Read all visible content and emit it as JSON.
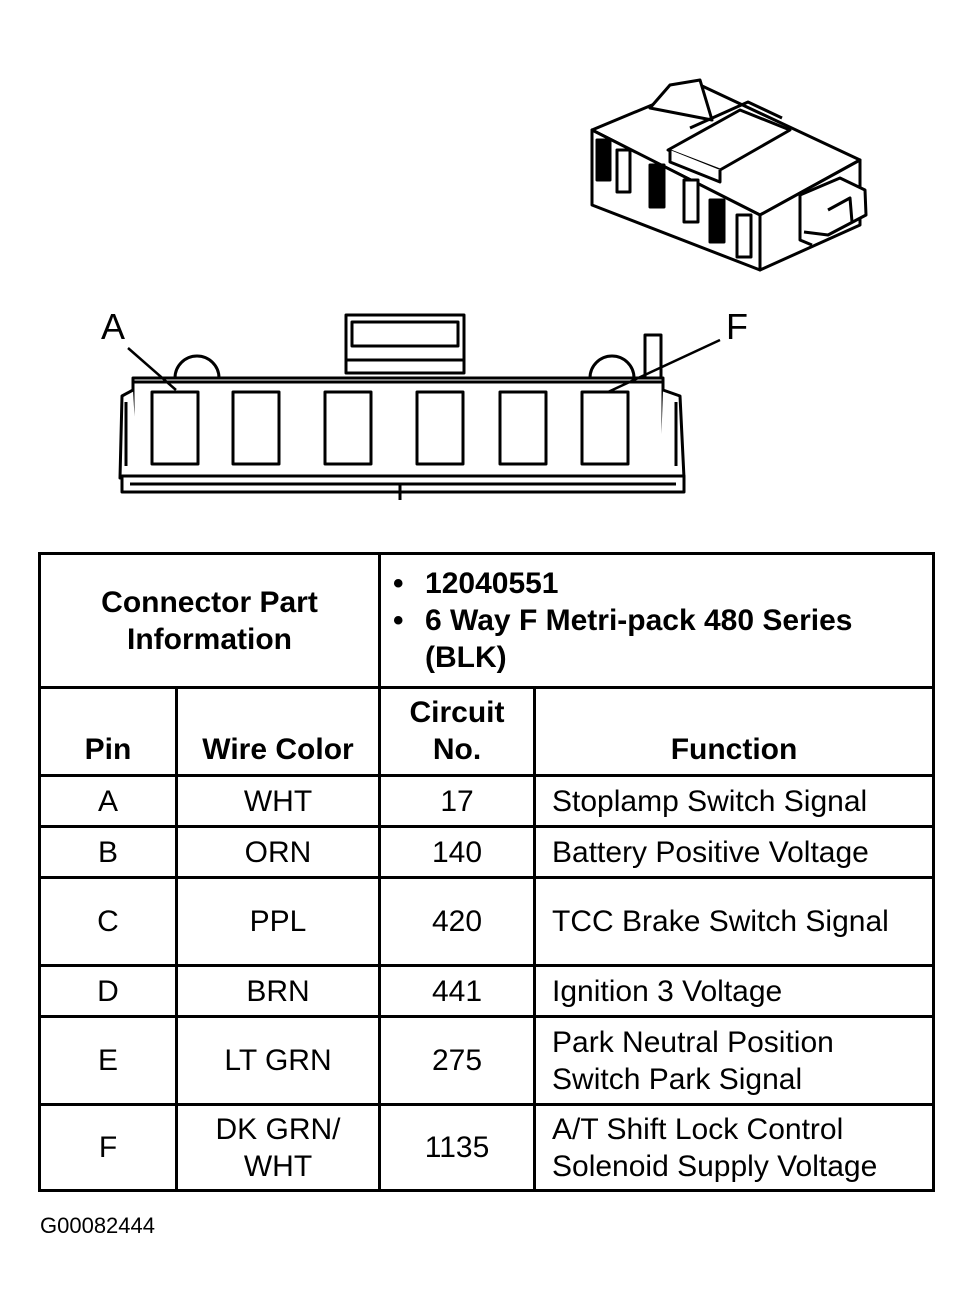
{
  "diagram": {
    "pin_left": "A",
    "pin_right": "F",
    "cavity_count": 6
  },
  "part_info": {
    "label": "Connector Part Information",
    "items": [
      "12040551",
      "6 Way F Metri-pack 480 Series (BLK)"
    ]
  },
  "columns": {
    "pin": "Pin",
    "wire_color": "Wire Color",
    "circuit_no": "Circuit No.",
    "function": "Function"
  },
  "rows": [
    {
      "pin": "A",
      "color": "WHT",
      "circuit": "17",
      "function": "Stoplamp Switch Signal"
    },
    {
      "pin": "B",
      "color": "ORN",
      "circuit": "140",
      "function": "Battery Positive Voltage"
    },
    {
      "pin": "C",
      "color": "PPL",
      "circuit": "420",
      "function": "TCC Brake Switch Signal"
    },
    {
      "pin": "D",
      "color": "BRN",
      "circuit": "441",
      "function": "Ignition 3 Voltage"
    },
    {
      "pin": "E",
      "color": "LT GRN",
      "circuit": "275",
      "function": "Park Neutral Position Switch Park Signal"
    },
    {
      "pin": "F",
      "color": "DK GRN/ WHT",
      "circuit": "1135",
      "function": "A/T Shift Lock Control Solenoid Supply Voltage"
    }
  ],
  "figure_id": "G00082444"
}
